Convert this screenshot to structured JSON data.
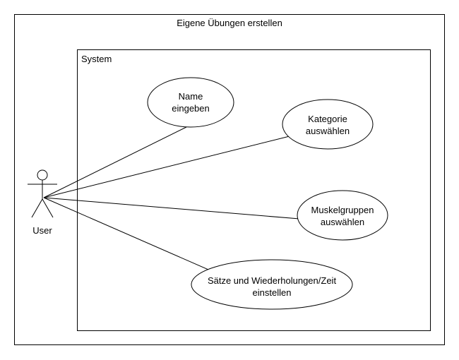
{
  "diagram": {
    "title": "Eigene Übungen erstellen",
    "system_label": "System",
    "actor": {
      "label": "User"
    },
    "use_cases": [
      {
        "id": "name",
        "lines": [
          "Name",
          "eingeben"
        ]
      },
      {
        "id": "kategorie",
        "lines": [
          "Kategorie",
          "auswählen"
        ]
      },
      {
        "id": "muskelgruppen",
        "lines": [
          "Muskelgruppen",
          "auswählen"
        ]
      },
      {
        "id": "saetze",
        "lines": [
          "Sätze und Wiederholungen/Zeit",
          "einstellen"
        ]
      }
    ]
  }
}
